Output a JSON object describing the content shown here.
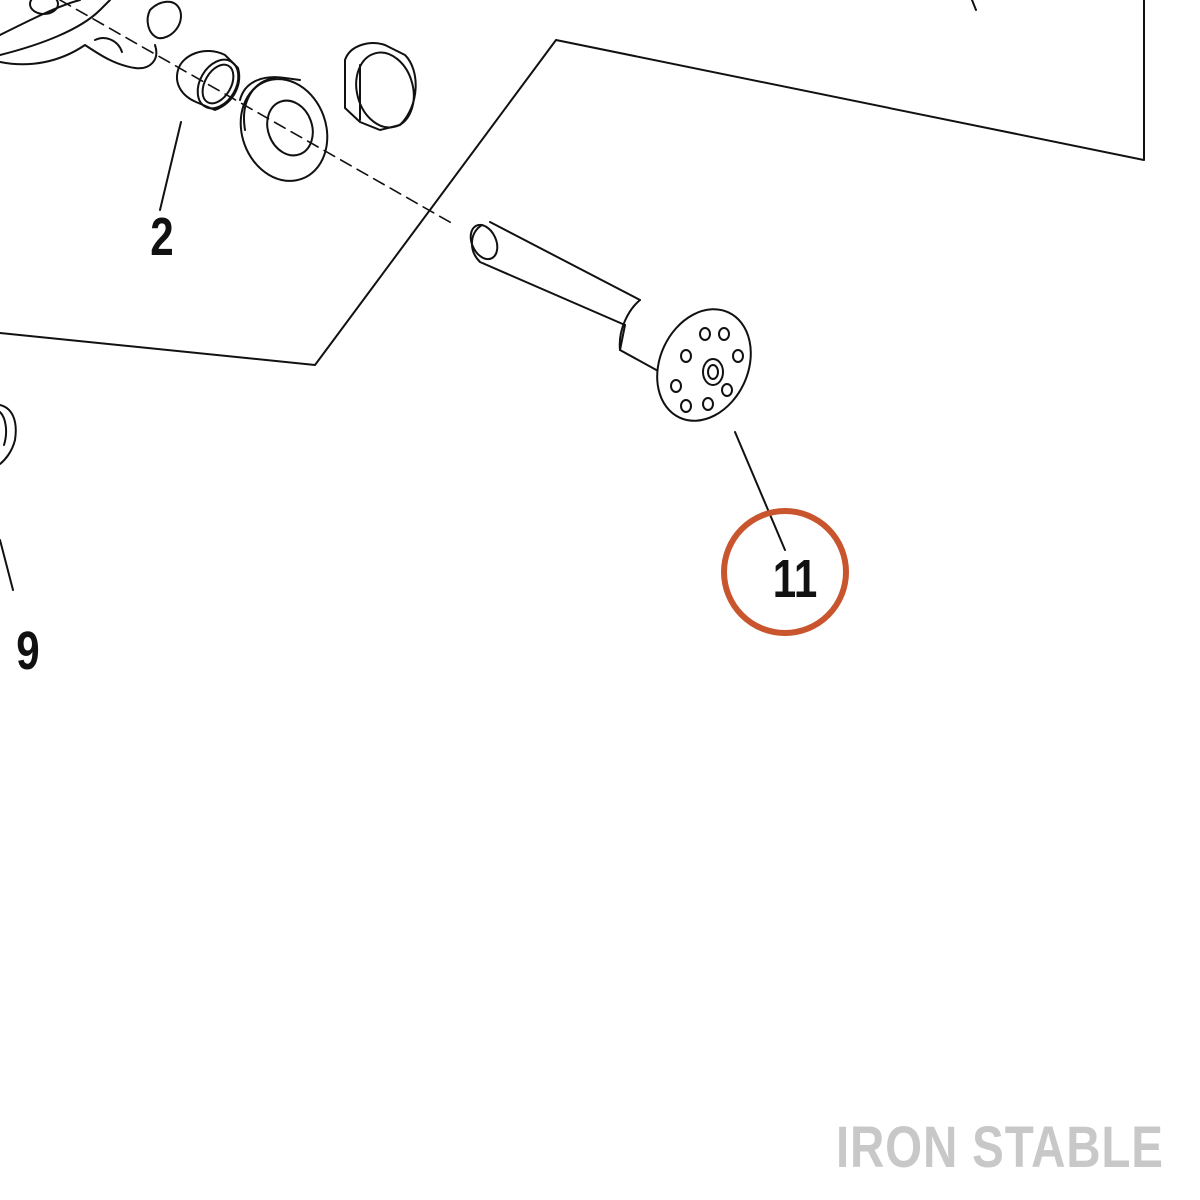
{
  "callouts": {
    "part_2": "2",
    "part_9": "9",
    "part_11": "11"
  },
  "watermark": "IRON STABLE",
  "colors": {
    "line": "#111111",
    "highlight_circle": "#c9552e",
    "watermark": "#c8c8c8",
    "background": "#ffffff"
  },
  "highlighted_part": "11"
}
